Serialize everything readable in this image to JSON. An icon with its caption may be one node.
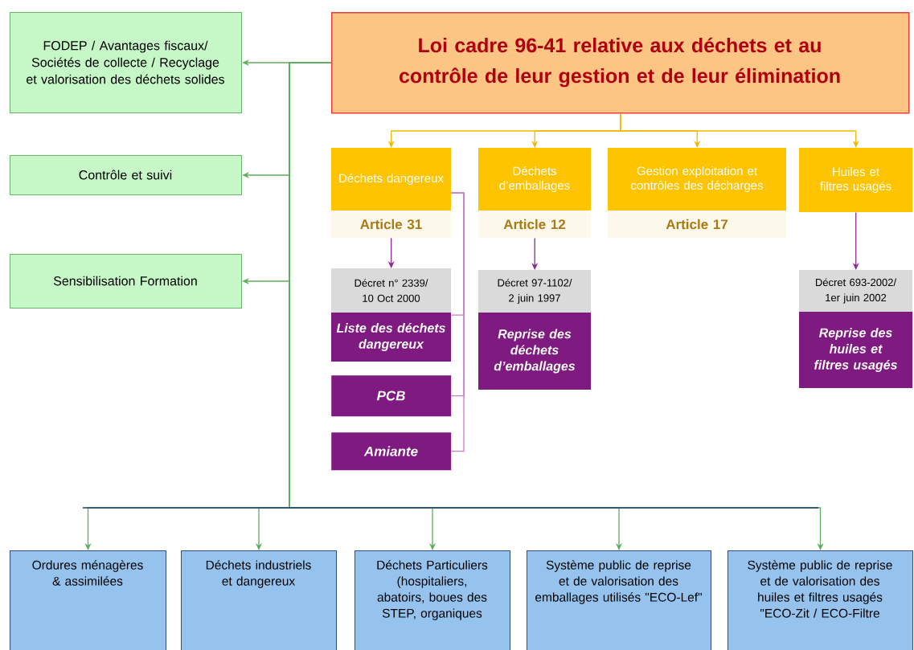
{
  "diagram": {
    "nodes": [
      {
        "text": [
          "Loi cadre 96-41 relative aux déchets et au contrôle de leur gestion et de leur élimination"
        ]
      },
      {
        "text": [
          "FODEP / Avantages fiscaux/ Sociétés de collecte / Recyclage et valorisation des déchets solides"
        ]
      },
      {
        "text": [
          "Contrôle et suivi"
        ]
      },
      {
        "text": [
          "Sensibilisation Formation"
        ]
      },
      {
        "text": [
          "Déchets dangereux",
          "Article 31"
        ]
      },
      {
        "text": [
          "Déchets d’emballages",
          "Article 12"
        ]
      },
      {
        "text": [
          "Gestion exploitation et contrôles des décharges",
          "Article 17"
        ]
      },
      {
        "text": [
          "Huiles et filtres usagés"
        ]
      },
      {
        "text": [
          "Décret n° 2339/ 10 Oct 2000",
          "Liste des déchets dangereux"
        ]
      },
      {
        "text": [
          "PCB"
        ]
      },
      {
        "text": [
          "Amiante"
        ]
      },
      {
        "text": [
          "Décret 97-1102/ 2 juin 1997",
          "Reprise des déchets d’emballages"
        ]
      },
      {
        "text": [
          "Décret 693-2002/ 1er juin 2002",
          "Reprise des huiles et filtres usagés"
        ]
      },
      {
        "text": [
          "Ordures ménagères & assimilées"
        ]
      },
      {
        "text": [
          "Déchets industriels et dangereux"
        ]
      },
      {
        "text": [
          "Déchets Particuliers (hospitaliers, abatoirs, boues des STEP, organiques"
        ]
      },
      {
        "text": [
          "Système public de reprise et de valorisation des emballages utilisés \"ECO-Lef\""
        ]
      },
      {
        "text": [
          "Système public de reprise et de valorisation des huiles et filtres usagés \"ECO-Zit / ECO-Filtre"
        ]
      }
    ],
    "edges": [
      {
        "from": 0,
        "to": 1,
        "arrow": "to"
      },
      {
        "from": 0,
        "to": 2,
        "arrow": "to"
      },
      {
        "from": 0,
        "to": 3,
        "arrow": "to"
      },
      {
        "from": 0,
        "to": 4,
        "arrow": "to",
        "color": "#f5b800"
      },
      {
        "from": 0,
        "to": 5,
        "arrow": "to",
        "color": "#f5b800"
      },
      {
        "from": 0,
        "to": 6,
        "arrow": "to",
        "color": "#f5b800"
      },
      {
        "from": 0,
        "to": 7,
        "arrow": "to",
        "color": "#f5b800"
      },
      {
        "from": 4,
        "to": 8,
        "arrow": "to",
        "color": "#8a2a94"
      },
      {
        "from": 5,
        "to": 11,
        "arrow": "to",
        "color": "#8a2a94"
      },
      {
        "from": 7,
        "to": 12,
        "arrow": "to",
        "color": "#8a2a94"
      },
      {
        "from": 4,
        "to": 8,
        "arrow": "none",
        "color": "#c77dd0"
      },
      {
        "from": 4,
        "to": 9,
        "arrow": "none",
        "color": "#c77dd0"
      },
      {
        "from": 4,
        "to": 10,
        "arrow": "none",
        "color": "#c77dd0"
      },
      {
        "from": 0,
        "to": 13,
        "arrow": "to"
      },
      {
        "from": 0,
        "to": 14,
        "arrow": "to"
      },
      {
        "from": 0,
        "to": 15,
        "arrow": "to"
      },
      {
        "from": 0,
        "to": 16,
        "arrow": "to"
      },
      {
        "from": 0,
        "to": 17,
        "arrow": "to"
      }
    ]
  }
}
